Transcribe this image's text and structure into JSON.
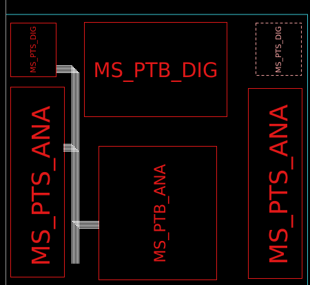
{
  "view": {
    "background": "#000000",
    "boundary_color": "#39c7d6",
    "block_color": "#e01818",
    "selected_color": "#f0a0a0",
    "route_color": "#ffffff"
  },
  "blocks": {
    "pts_dig_left": {
      "label": "MS_PTS_DIG",
      "selected": false
    },
    "ptb_dig": {
      "label": "MS_PTB_DIG",
      "selected": false
    },
    "pts_dig_right": {
      "label": "MS_PTS_DIG",
      "selected": true
    },
    "pts_ana_left": {
      "label": "MS_PTS_ANA",
      "selected": false
    },
    "ptb_ana": {
      "label": "MS_PTB_ANA",
      "selected": false
    },
    "pts_ana_right": {
      "label": "MS_PTS_ANA",
      "selected": false
    }
  }
}
